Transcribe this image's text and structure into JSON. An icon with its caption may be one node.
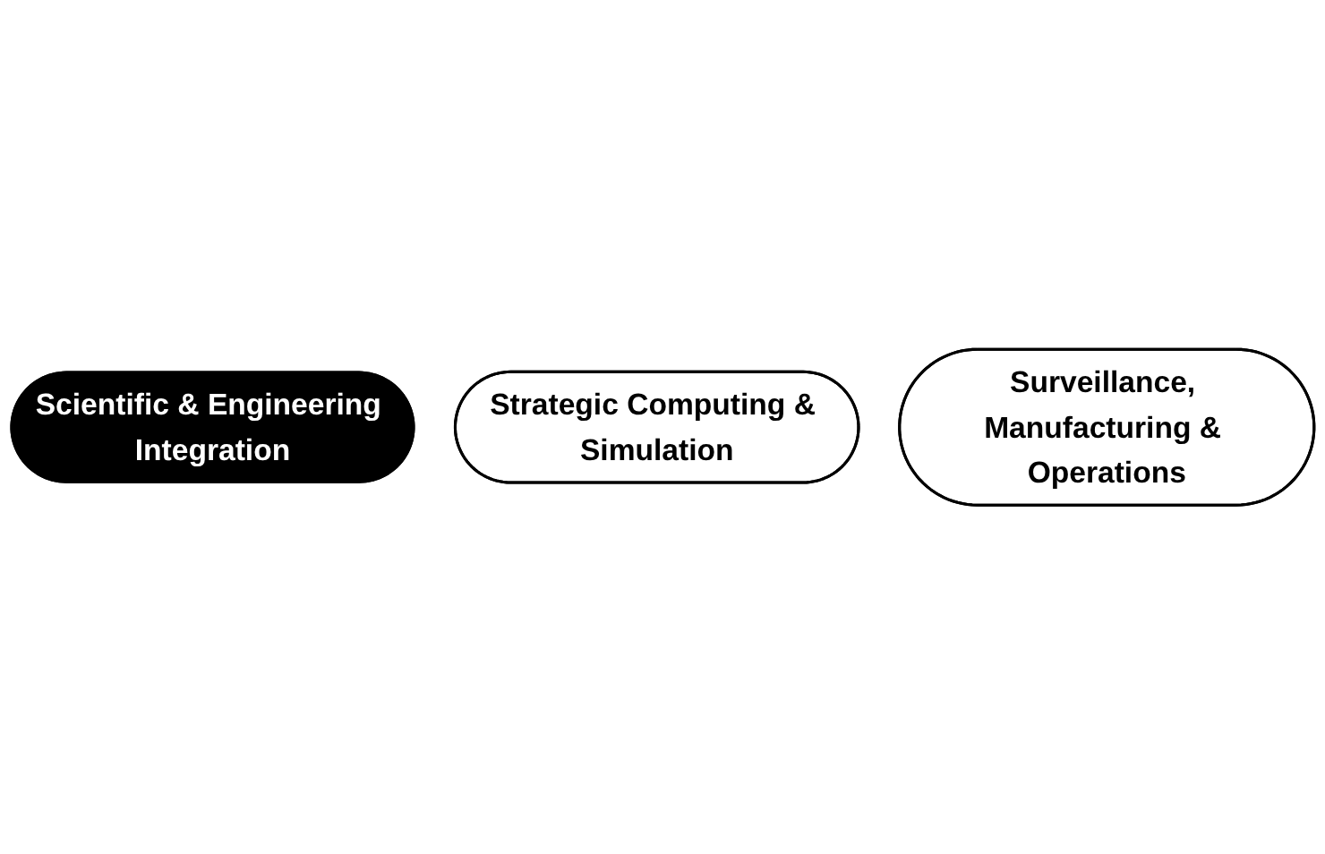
{
  "diagram": {
    "nodes": [
      {
        "text": [
          "Scientific & Engineering Integration"
        ]
      },
      {
        "text": [
          "Strategic Computing & Simulation"
        ]
      },
      {
        "text": [
          "Surveillance, Manufacturing & Operations"
        ]
      }
    ]
  }
}
